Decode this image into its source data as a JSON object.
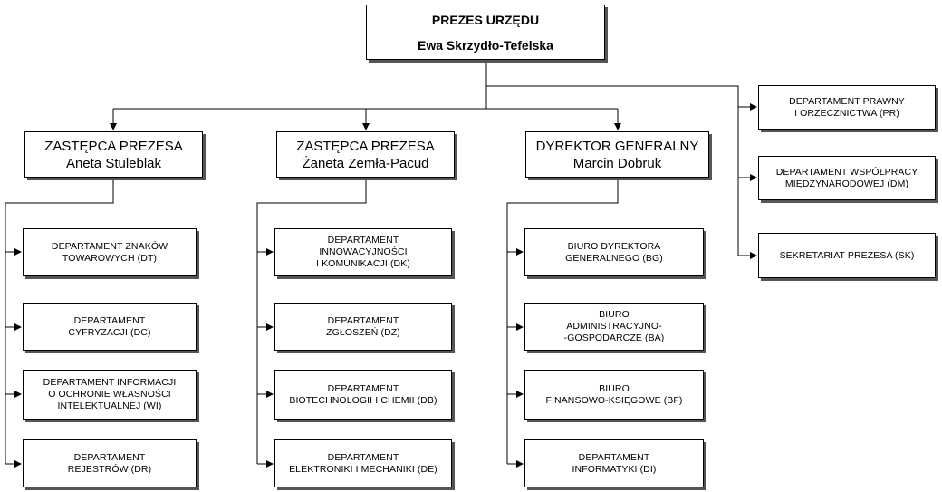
{
  "president": {
    "title": "PREZES URZĘDU",
    "name": "Ewa Skrzydło-Tefelska"
  },
  "deputy1": {
    "title": "ZASTĘPCA PREZESA",
    "name": "Aneta Stuleblak",
    "departments": [
      "DEPARTAMENT ZNAKÓW\nTOWAROWYCH (DT)",
      "DEPARTAMENT\nCYFRYZACJI (DC)",
      "DEPARTAMENT INFORMACJI\nO OCHRONIE WŁASNOŚCI\nINTELEKTUALNEJ (WI)",
      "DEPARTAMENT\nREJESTRÓW (DR)"
    ]
  },
  "deputy2": {
    "title": "ZASTĘPCA PREZESA",
    "name": "Żaneta Zemła-Pacud",
    "departments": [
      "DEPARTAMENT\nINNOWACYJNOŚCI\nI KOMUNIKACJI (DK)",
      "DEPARTAMENT\nZGŁOSZEŃ (DZ)",
      "DEPARTAMENT\nBIOTECHNOLOGII I CHEMII (DB)",
      "DEPARTAMENT\nELEKTRONIKI I MECHANIKI (DE)"
    ]
  },
  "director": {
    "title": "DYREKTOR GENERALNY",
    "name": "Marcin Dobruk",
    "departments": [
      "BIURO DYREKTORA\nGENERALNEGO (BG)",
      "BIURO\nADMINISTRACYJNO-\n-GOSPODARCZE (BA)",
      "BIURO\nFINANSOWO-KSIĘGOWE (BF)",
      "DEPARTAMENT\nINFORMATYKI (DI)"
    ]
  },
  "president_units": [
    "DEPARTAMENT PRAWNY\nI ORZECZNICTWA (PR)",
    "DEPARTAMENT WSPÓŁPRACY\nMIĘDZYNARODOWEJ (DM)",
    "SEKRETARIAT PREZESA (SK)"
  ]
}
